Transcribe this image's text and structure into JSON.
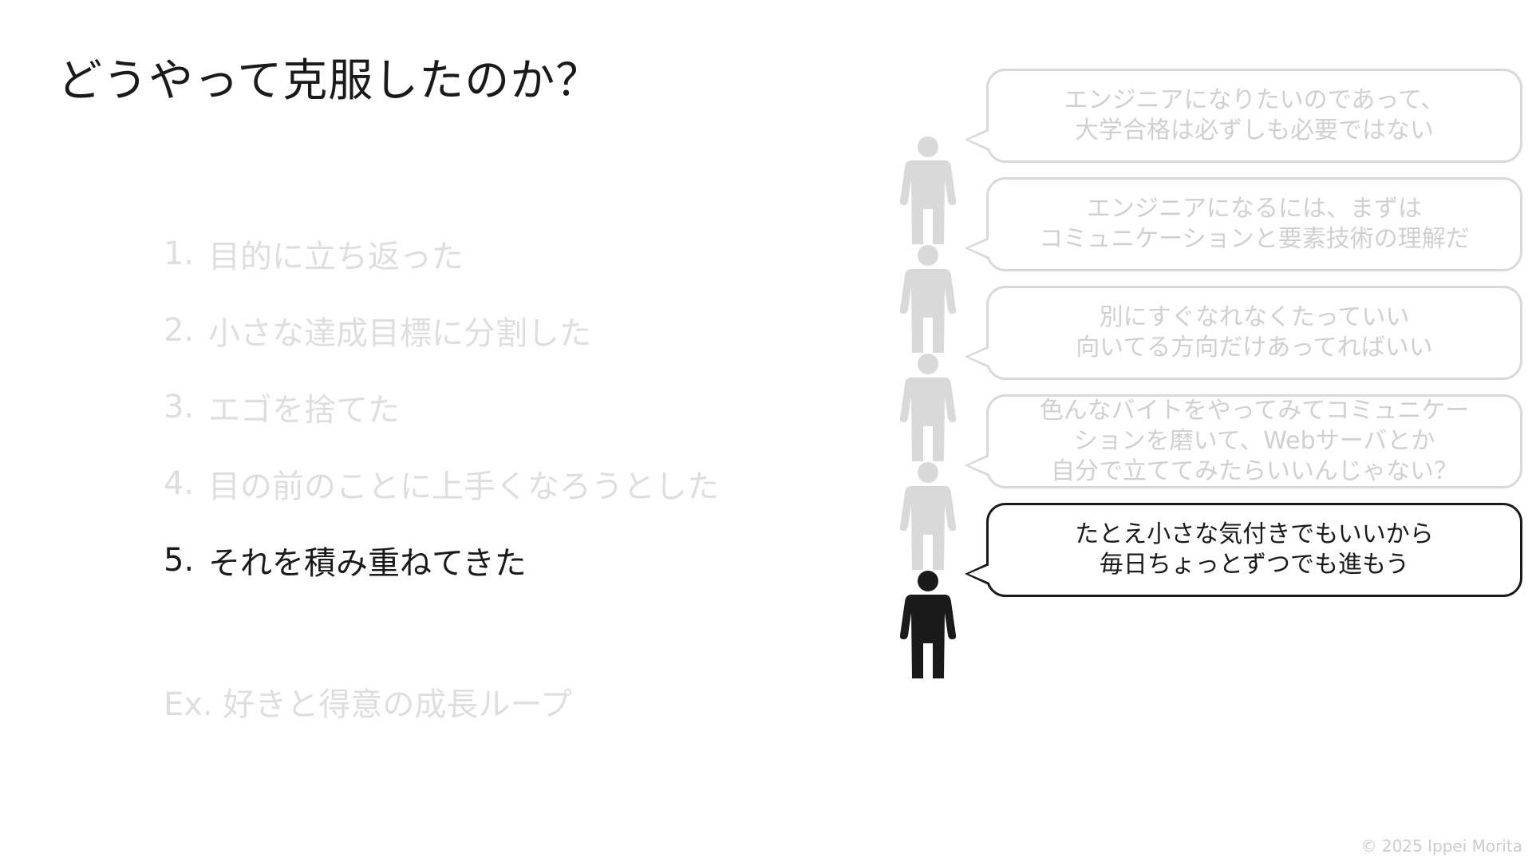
{
  "title": "どうやって克服したのか？",
  "items": [
    {
      "num": "1.",
      "text": "目的に立ち返った"
    },
    {
      "num": "2.",
      "text": "小さな達成目標に分割した"
    },
    {
      "num": "3.",
      "text": "エゴを捨てた"
    },
    {
      "num": "4.",
      "text": "目の前のことに上手くなろうとした"
    },
    {
      "num": "5.",
      "text": "それを積み重ねてきた"
    }
  ],
  "extra": "Ex. 好きと得意の成長ループ",
  "bubbles": [
    {
      "lines": [
        "エンジニアになりたいのであって、",
        "大学合格は必ずしも必要ではない"
      ]
    },
    {
      "lines": [
        "エンジニアになるには、まずは",
        "コミュニケーションと要素技術の理解だ"
      ]
    },
    {
      "lines": [
        "別にすぐなれなくたっていい",
        "向いてる方向だけあってればいい"
      ]
    },
    {
      "lines": [
        "色んなバイトをやってみてコミュニケー",
        "ションを磨いて、Webサーバとか",
        "自分で立ててみたらいいんじゃない？"
      ]
    },
    {
      "lines": [
        "たとえ小さな気付きでもいいから",
        "毎日ちょっとずつでも進もう"
      ]
    }
  ],
  "copyright": "© 2025 Ippei Morita",
  "colors": {
    "dim": "#d9d9d9",
    "active": "#1a1a1a"
  }
}
